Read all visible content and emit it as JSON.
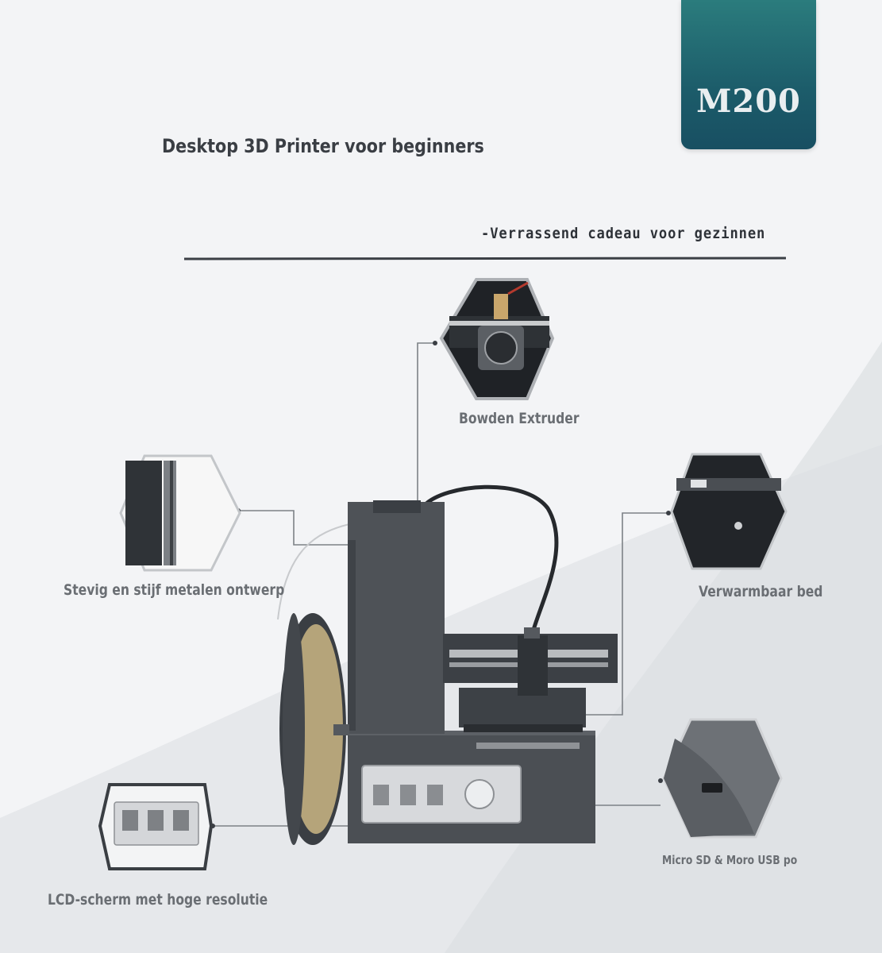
{
  "badge": {
    "model": "M200"
  },
  "headline": "Desktop 3D Printer voor beginners",
  "tagline": "-Verrassend cadeau voor gezinnen",
  "features": {
    "extruder": "Bowden Extruder",
    "frame": "Stevig en stijf metalen ontwerp",
    "bed": "Verwarmbaar bed",
    "usb": "Micro SD & Moro USB po",
    "lcd": "LCD-scherm met hoge resolutie"
  },
  "colors": {
    "badge": "#1c5c6a",
    "printer": "#4a4e53",
    "filament": "#b5a47a",
    "text": "#3a3e44"
  }
}
